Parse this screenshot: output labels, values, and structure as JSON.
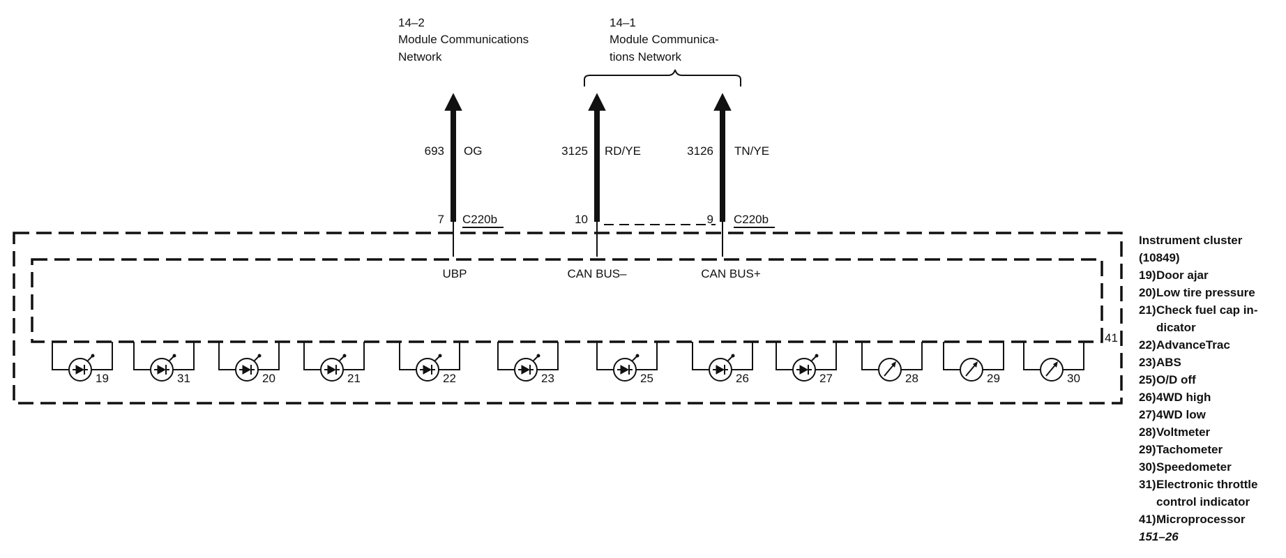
{
  "networks": [
    {
      "code": "14–2",
      "lines": [
        "Module Communications",
        "Network"
      ]
    },
    {
      "code": "14–1",
      "lines": [
        "Module Communica-",
        "tions Network"
      ]
    }
  ],
  "circuits": [
    {
      "number": "693",
      "color": "OG",
      "pin": "7",
      "connector": "C220b",
      "signal": "UBP"
    },
    {
      "number": "3125",
      "color": "RD/YE",
      "pin": "10",
      "connector": "",
      "signal": "CAN BUS–"
    },
    {
      "number": "3126",
      "color": "TN/YE",
      "pin": "9",
      "connector": "C220b",
      "signal": "CAN BUS+"
    }
  ],
  "components": [
    {
      "id": "19",
      "kind": "lamp"
    },
    {
      "id": "31",
      "kind": "lamp"
    },
    {
      "id": "20",
      "kind": "lamp"
    },
    {
      "id": "21",
      "kind": "lamp"
    },
    {
      "id": "22",
      "kind": "lamp"
    },
    {
      "id": "23",
      "kind": "lamp"
    },
    {
      "id": "25",
      "kind": "lamp"
    },
    {
      "id": "26",
      "kind": "lamp"
    },
    {
      "id": "27",
      "kind": "lamp"
    },
    {
      "id": "28",
      "kind": "gauge"
    },
    {
      "id": "29",
      "kind": "gauge"
    },
    {
      "id": "30",
      "kind": "gauge"
    }
  ],
  "microprocessor_ref": "41",
  "legend": [
    {
      "num": "",
      "text": "Instrument cluster"
    },
    {
      "num": "",
      "text": "(10849)"
    },
    {
      "num": "19)",
      "text": "Door ajar"
    },
    {
      "num": "20)",
      "text": "Low tire pressure"
    },
    {
      "num": "21)",
      "text": "Check fuel cap in-"
    },
    {
      "num": "",
      "text": "dicator"
    },
    {
      "num": "22)",
      "text": "AdvanceTrac"
    },
    {
      "num": "23)",
      "text": "ABS"
    },
    {
      "num": "25)",
      "text": "O/D off"
    },
    {
      "num": "26)",
      "text": "4WD high"
    },
    {
      "num": "27)",
      "text": "4WD low"
    },
    {
      "num": "28)",
      "text": "Voltmeter"
    },
    {
      "num": "29)",
      "text": "Tachometer"
    },
    {
      "num": "30)",
      "text": "Speedometer"
    },
    {
      "num": "31)",
      "text": "Electronic throttle"
    },
    {
      "num": "",
      "text": "control indicator"
    },
    {
      "num": "41)",
      "text": "Microprocessor"
    }
  ],
  "figure_id": "151–26"
}
